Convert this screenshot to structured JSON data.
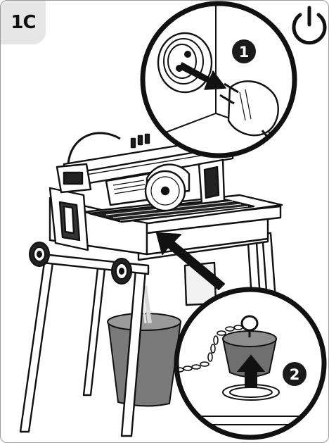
{
  "step": {
    "label": "1C"
  },
  "callouts": [
    {
      "number": "1"
    },
    {
      "number": "2"
    }
  ],
  "icons": {
    "power": "power-icon"
  },
  "colors": {
    "ink": "#111111",
    "bucket": "#7a7a7a",
    "tab_background": "#e6e6e6",
    "badge": "#1a1a1a"
  }
}
